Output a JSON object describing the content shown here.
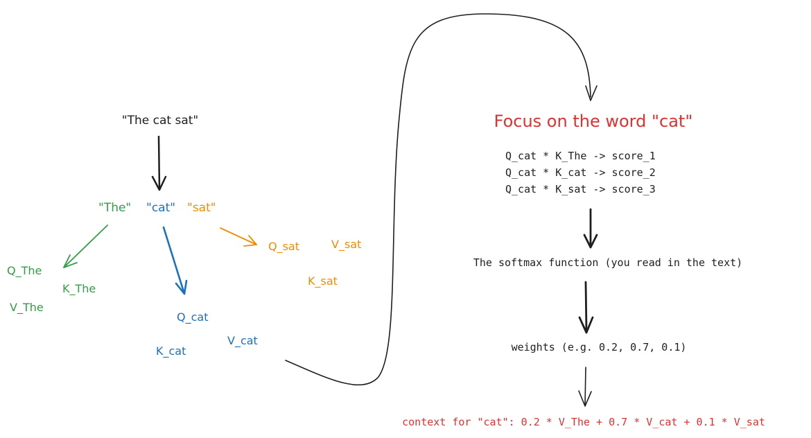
{
  "colors": {
    "black": "#1e1e1e",
    "green": "#2f9e44",
    "blue": "#1971c2",
    "orange": "#f08c00",
    "red": "#e03131"
  },
  "sentence": "\"The cat sat\"",
  "tokens": {
    "the": "\"The\"",
    "cat": "\"cat\"",
    "sat": "\"sat\""
  },
  "vectors": {
    "the": {
      "q": "Q_The",
      "k": "K_The",
      "v": "V_The"
    },
    "cat": {
      "q": "Q_cat",
      "k": "K_cat",
      "v": "V_cat"
    },
    "sat": {
      "q": "Q_sat",
      "k": "K_sat",
      "v": "V_sat"
    }
  },
  "focus": {
    "title": "Focus on the word \"cat\"",
    "scores": [
      "Q_cat * K_The -> score_1",
      "Q_cat * K_cat -> score_2",
      "Q_cat * K_sat -> score_3"
    ],
    "softmax": "The softmax function (you read in the text)",
    "weights": "weights (e.g. 0.2, 0.7, 0.1)",
    "context": "context for \"cat\": 0.2 * V_The + 0.7 * V_cat + 0.1 * V_sat"
  },
  "icons": [
    "arrow-down-icon",
    "arrow-diagonal-icon",
    "curved-connector-arrow-icon"
  ]
}
